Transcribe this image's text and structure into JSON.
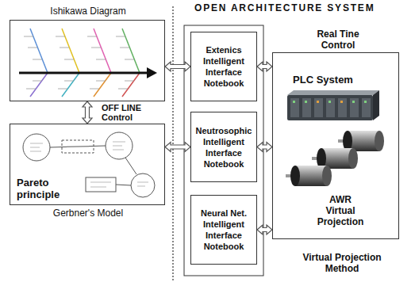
{
  "diagram": {
    "title": "OPEN ARCHITECTURE SYSTEM",
    "nodes": [
      {
        "text": [
          "Ishikawa Diagram"
        ]
      },
      {
        "text": [
          "Pareto principle",
          "Gerbner's Model"
        ]
      },
      {
        "text": [
          "Extenics Intelligent Interface Notebook"
        ]
      },
      {
        "text": [
          "Neutrosophic Intelligent Interface Notebook"
        ]
      },
      {
        "text": [
          "Neural Net. Intelligent Interface Notebook"
        ]
      },
      {
        "text": [
          "Real Tine Control",
          "PLC System",
          "AWR Virtual Projection"
        ]
      }
    ],
    "edges": [
      {
        "from": 0,
        "to": 1,
        "arrow": "both",
        "label": "OFF LINE Control"
      },
      {
        "from": 0,
        "to": 2,
        "arrow": "both"
      },
      {
        "from": 1,
        "to": 3,
        "arrow": "both"
      },
      {
        "from": 2,
        "to": 5,
        "arrow": "both"
      },
      {
        "from": 3,
        "to": 5,
        "arrow": "both"
      },
      {
        "from": 4,
        "to": 5,
        "arrow": "both"
      }
    ],
    "labels": [
      "Virtual Projection Method"
    ]
  }
}
